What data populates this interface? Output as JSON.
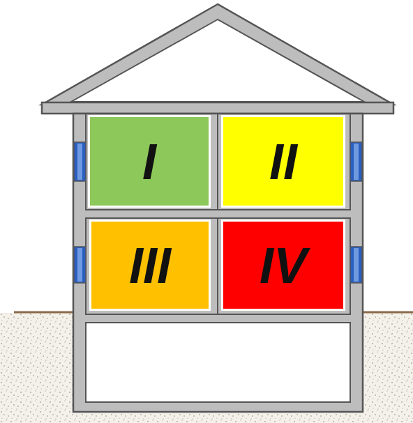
{
  "diagram": {
    "nodes": [
      {
        "text": [
          "I"
        ]
      },
      {
        "text": [
          "II"
        ]
      },
      {
        "text": [
          "III"
        ]
      },
      {
        "text": [
          "IV"
        ]
      }
    ]
  }
}
